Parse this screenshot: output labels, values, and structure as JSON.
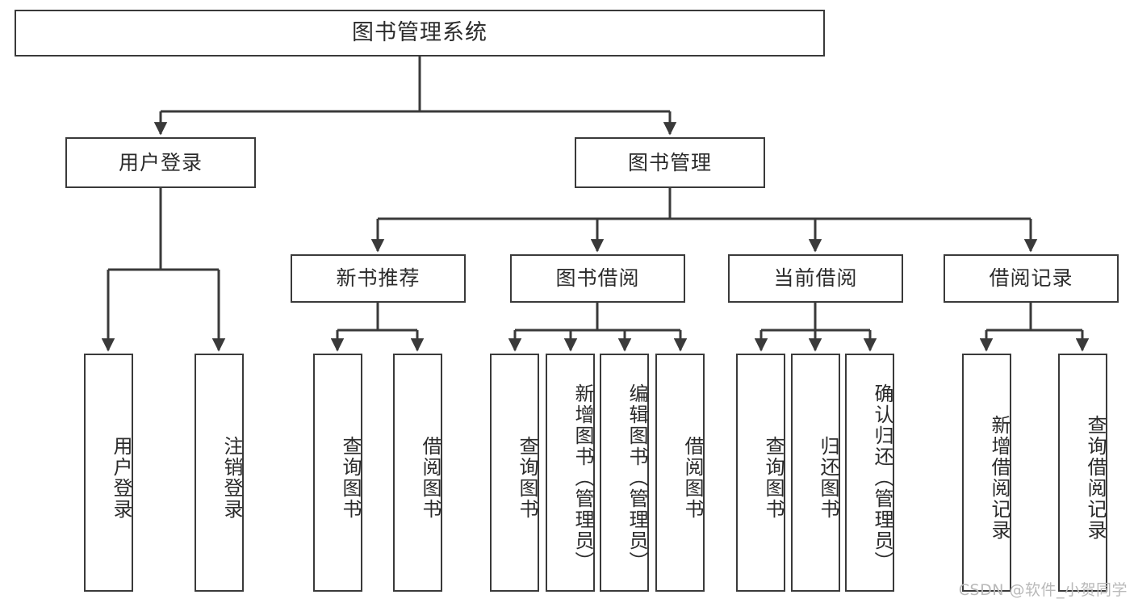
{
  "diagram": {
    "type": "tree-hierarchy-chart",
    "title": "图书管理系统",
    "watermark": "CSDN @软件_小贺同学",
    "colors": {
      "stroke": "#3a3a3a",
      "fill": "#ffffff",
      "text": "#2b2b2b",
      "watermark": "#b9b9b9"
    },
    "root": {
      "label": "图书管理系统"
    },
    "level2": [
      {
        "label": "用户登录"
      },
      {
        "label": "图书管理"
      }
    ],
    "level3": [
      {
        "label": "新书推荐"
      },
      {
        "label": "图书借阅"
      },
      {
        "label": "当前借阅"
      },
      {
        "label": "借阅记录"
      }
    ],
    "leaves": {
      "user_login": [
        {
          "label": "用户登录"
        },
        {
          "label": "注销登录"
        }
      ],
      "new_book_recommend": [
        {
          "label": "查询图书"
        },
        {
          "label": "借阅图书"
        }
      ],
      "book_borrow": [
        {
          "label": "查询图书"
        },
        {
          "label": "新增图书（管理员）"
        },
        {
          "label": "编辑图书（管理员）"
        },
        {
          "label": "借阅图书"
        }
      ],
      "current_borrow": [
        {
          "label": "查询图书"
        },
        {
          "label": "归还图书"
        },
        {
          "label": "确认归还（管理员）"
        }
      ],
      "borrow_record": [
        {
          "label": "新增借阅记录"
        },
        {
          "label": "查询借阅记录"
        }
      ]
    }
  }
}
